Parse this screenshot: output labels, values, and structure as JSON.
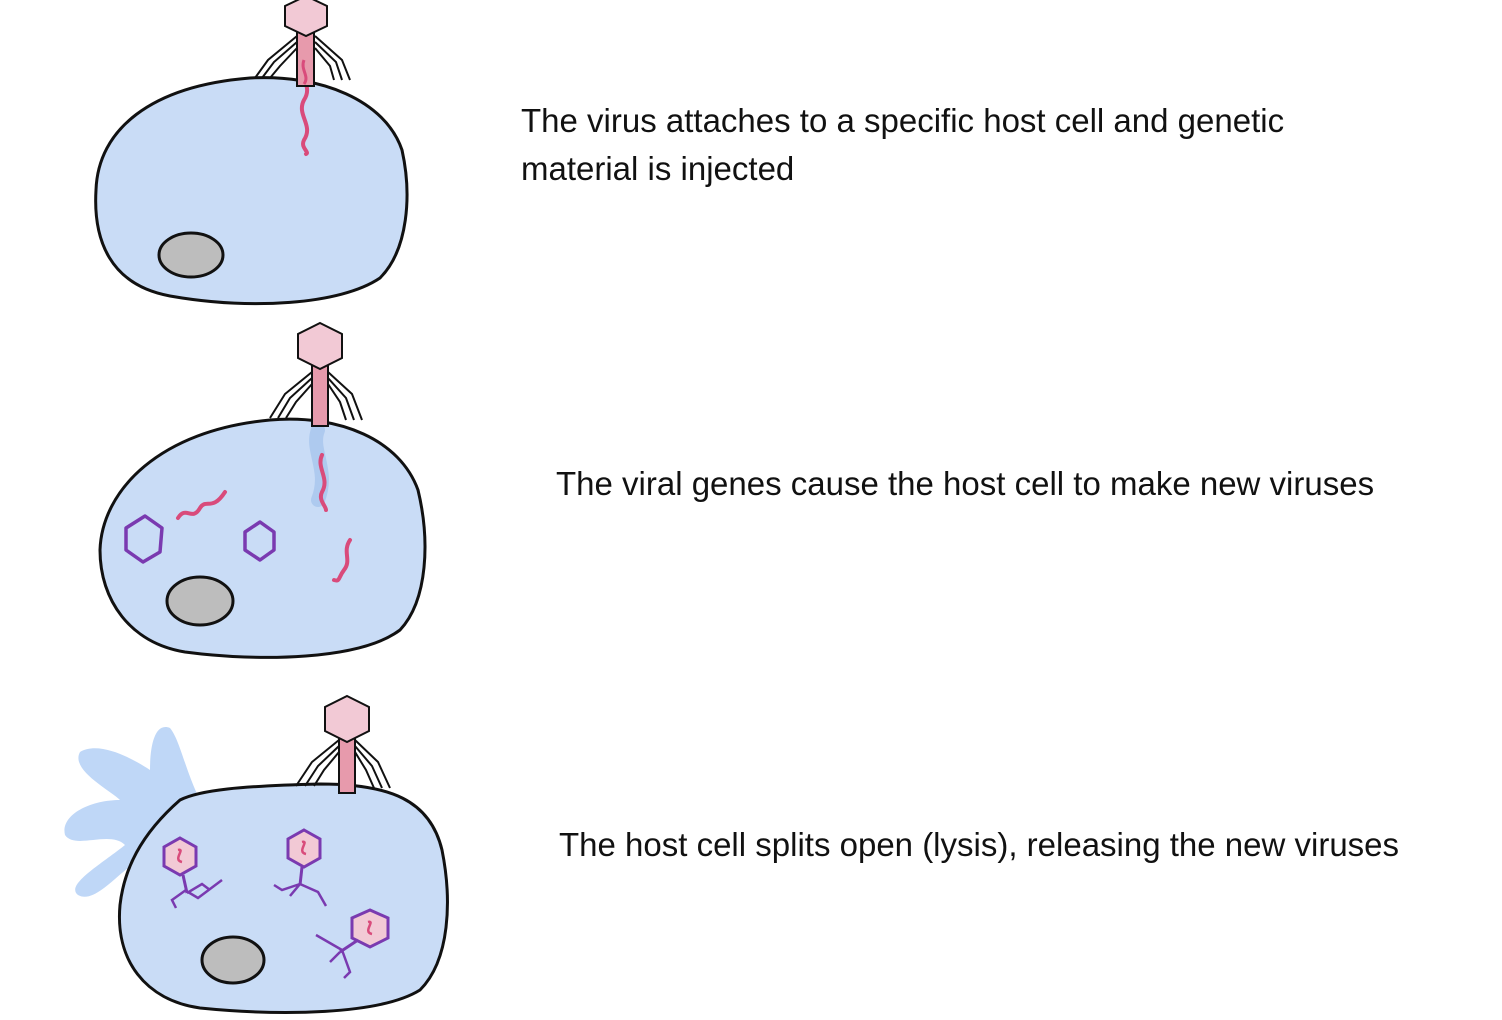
{
  "steps": [
    {
      "caption": "The virus attaches to a specific host cell and genetic material is injected"
    },
    {
      "caption": "The viral genes cause the host cell to make new viruses"
    },
    {
      "caption": "The host cell splits open (lysis), releasing the new viruses"
    }
  ],
  "colors": {
    "cell_fill": "#c9dcf6",
    "cell_outline": "#111111",
    "nucleus": "#bdbdbd",
    "phage_head": "#f2c9d5",
    "phage_tail": "#e79aac",
    "genetic_material": "#d94b7b",
    "capsid_outline": "#7a3ab0",
    "lysis_fluid": "#bfd7f7"
  },
  "icons": [
    "bacteriophage-icon",
    "host-cell-icon",
    "nucleus-icon",
    "viral-dna-icon",
    "capsid-icon"
  ]
}
